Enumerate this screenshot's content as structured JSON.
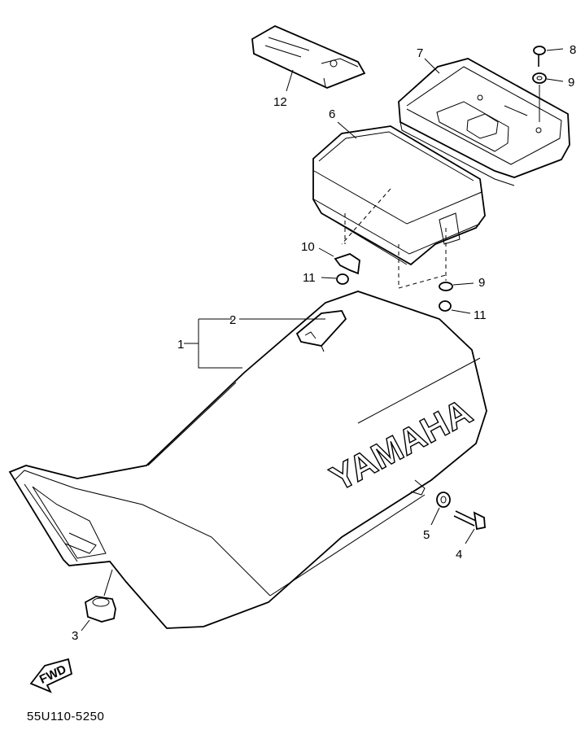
{
  "diagram": {
    "brand_text": "YAMAHA",
    "fwd_label": "FWD",
    "catalog_code": "55U110-5250",
    "callouts": [
      {
        "id": "c1",
        "text": "1"
      },
      {
        "id": "c2",
        "text": "2"
      },
      {
        "id": "c3",
        "text": "3"
      },
      {
        "id": "c4",
        "text": "4"
      },
      {
        "id": "c5",
        "text": "5"
      },
      {
        "id": "c6",
        "text": "6"
      },
      {
        "id": "c7",
        "text": "7"
      },
      {
        "id": "c8",
        "text": "8"
      },
      {
        "id": "c9a",
        "text": "9"
      },
      {
        "id": "c9b",
        "text": "9"
      },
      {
        "id": "c10",
        "text": "10"
      },
      {
        "id": "c11a",
        "text": "11"
      },
      {
        "id": "c11b",
        "text": "11"
      },
      {
        "id": "c12",
        "text": "12"
      }
    ]
  }
}
